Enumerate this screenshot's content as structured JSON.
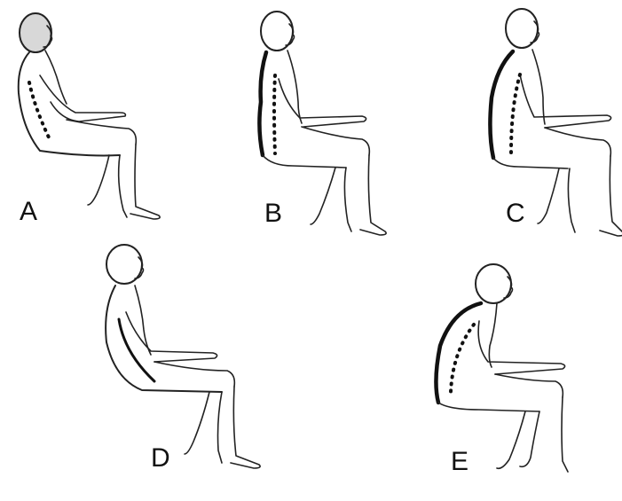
{
  "figures": [
    {
      "id": "A",
      "label": "A",
      "posture": "reclined",
      "spine_color": "#111111"
    },
    {
      "id": "B",
      "label": "B",
      "posture": "upright",
      "spine_color": "#111111"
    },
    {
      "id": "C",
      "label": "C",
      "posture": "upright-arched",
      "spine_color": "#111111"
    },
    {
      "id": "D",
      "label": "D",
      "posture": "leaning-back",
      "spine_color": "#111111"
    },
    {
      "id": "E",
      "label": "E",
      "posture": "slumped-forward",
      "spine_color": "#111111"
    }
  ]
}
